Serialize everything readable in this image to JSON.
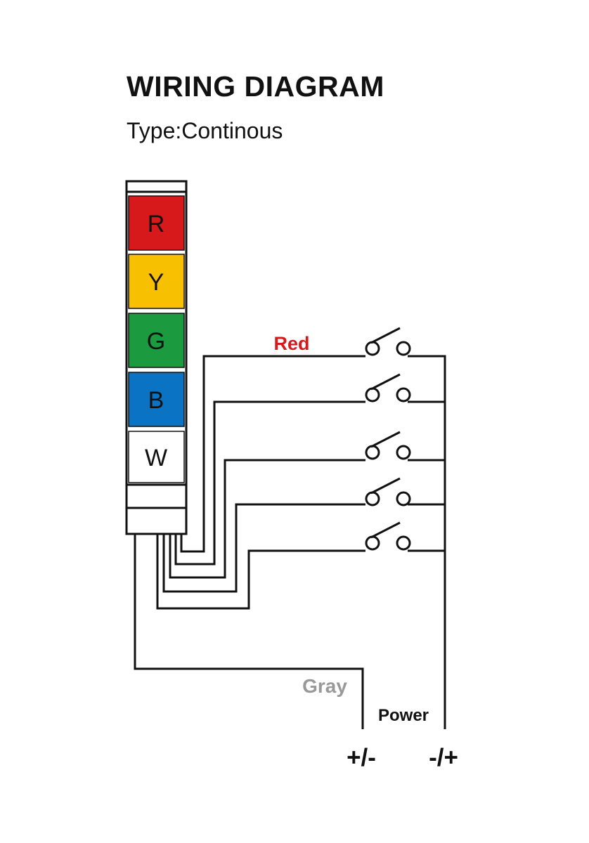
{
  "title": "WIRING DIAGRAM",
  "subtitle": "Type:Continous",
  "tower": {
    "segments": [
      {
        "letter": "R",
        "color": "#d7191c"
      },
      {
        "letter": "Y",
        "color": "#f7c000"
      },
      {
        "letter": "G",
        "color": "#1b9a3f"
      },
      {
        "letter": "B",
        "color": "#0b73c4"
      },
      {
        "letter": "W",
        "color": "#ffffff"
      }
    ]
  },
  "wires": {
    "red_label": "Red",
    "red_color": "#d7191c",
    "gray_label": "Gray",
    "gray_color": "#999999",
    "power_label": "Power"
  },
  "terminals": {
    "left": "+/-",
    "right": "-/+"
  }
}
